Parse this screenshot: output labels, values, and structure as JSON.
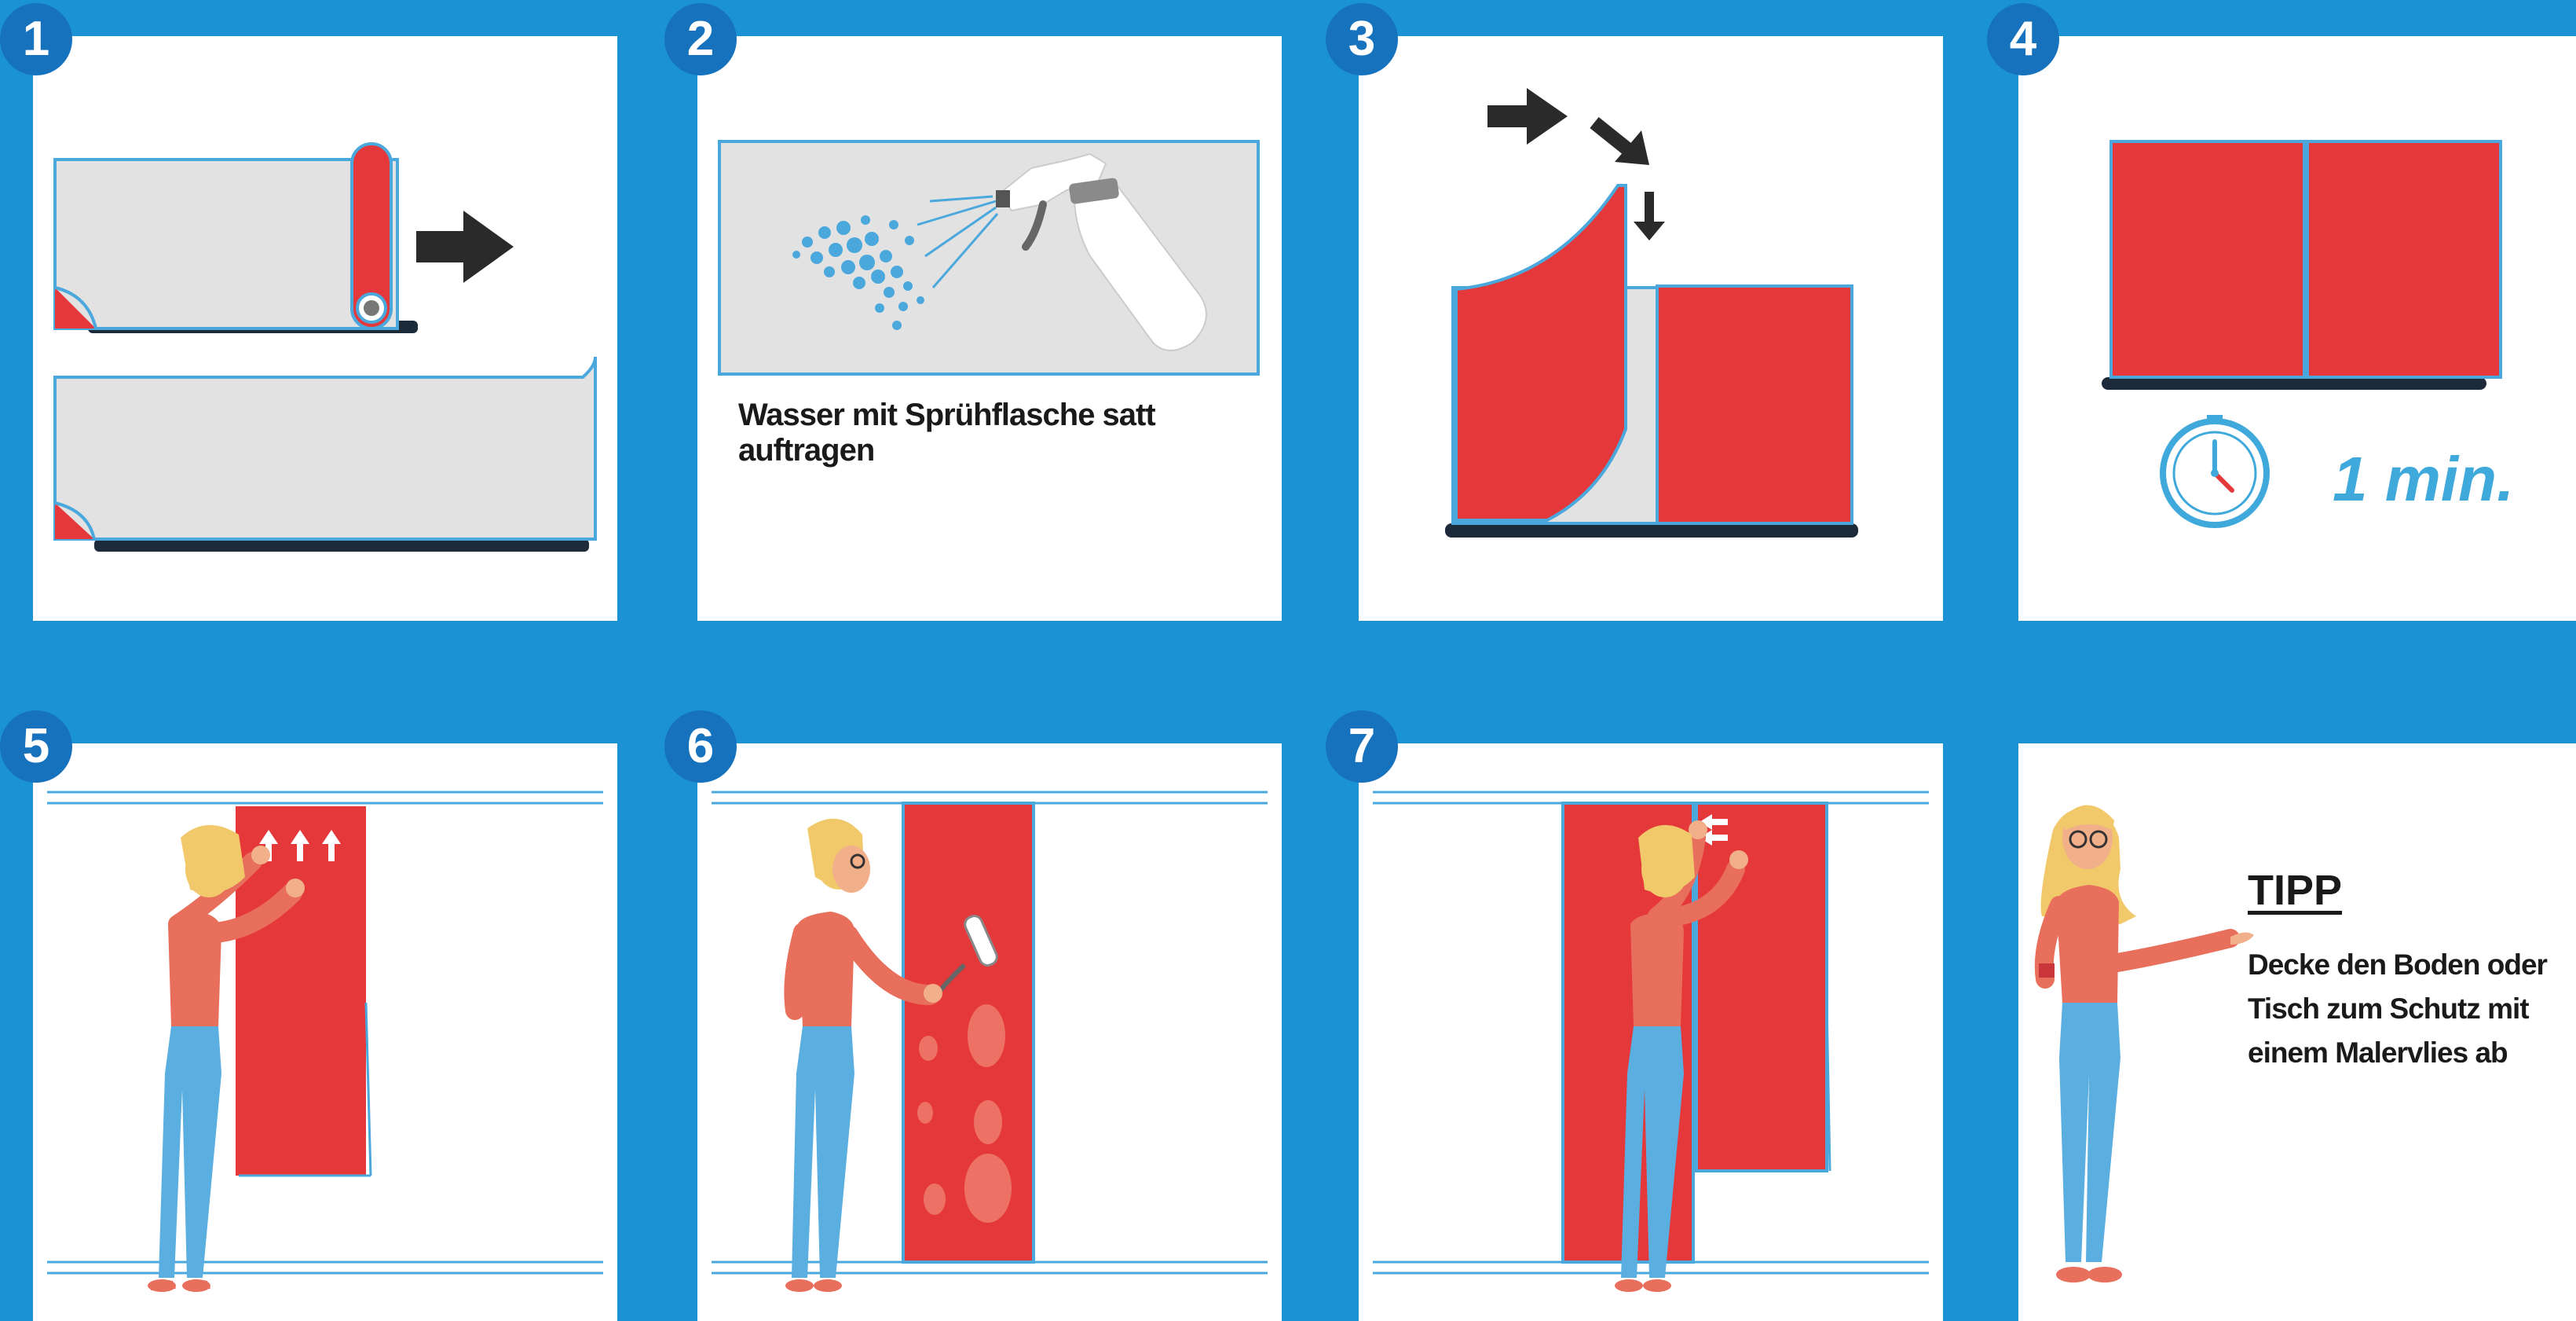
{
  "steps": [
    {
      "number": "1"
    },
    {
      "number": "2",
      "caption": "Wasser mit Sprühflasche satt auftragen"
    },
    {
      "number": "3"
    },
    {
      "number": "4",
      "duration": "1 min."
    },
    {
      "number": "5"
    },
    {
      "number": "6"
    },
    {
      "number": "7"
    }
  ],
  "tip": {
    "title": "TIPP",
    "lines": [
      "Decke den Boden oder",
      "Tisch zum Schutz mit",
      "einem Malervlies ab"
    ]
  },
  "colors": {
    "background": "#1b92d4",
    "badge": "#1672bd",
    "wallpaper_red": "#e5383b",
    "backing_gray": "#e2e2e2",
    "outline_blue": "#4aa8dc",
    "arrow_dark": "#2a2a2a",
    "accent_blue": "#3fa9dc"
  },
  "icons": {
    "step1": [
      "wallpaper-roll-icon",
      "arrow-right-icon"
    ],
    "step2": [
      "spray-bottle-icon",
      "water-droplets-icon"
    ],
    "step3": [
      "arrow-right-icon",
      "arrow-down-icon"
    ],
    "step4": [
      "clock-icon"
    ],
    "people": [
      "woman-figure-icon",
      "paint-roller-icon"
    ]
  }
}
